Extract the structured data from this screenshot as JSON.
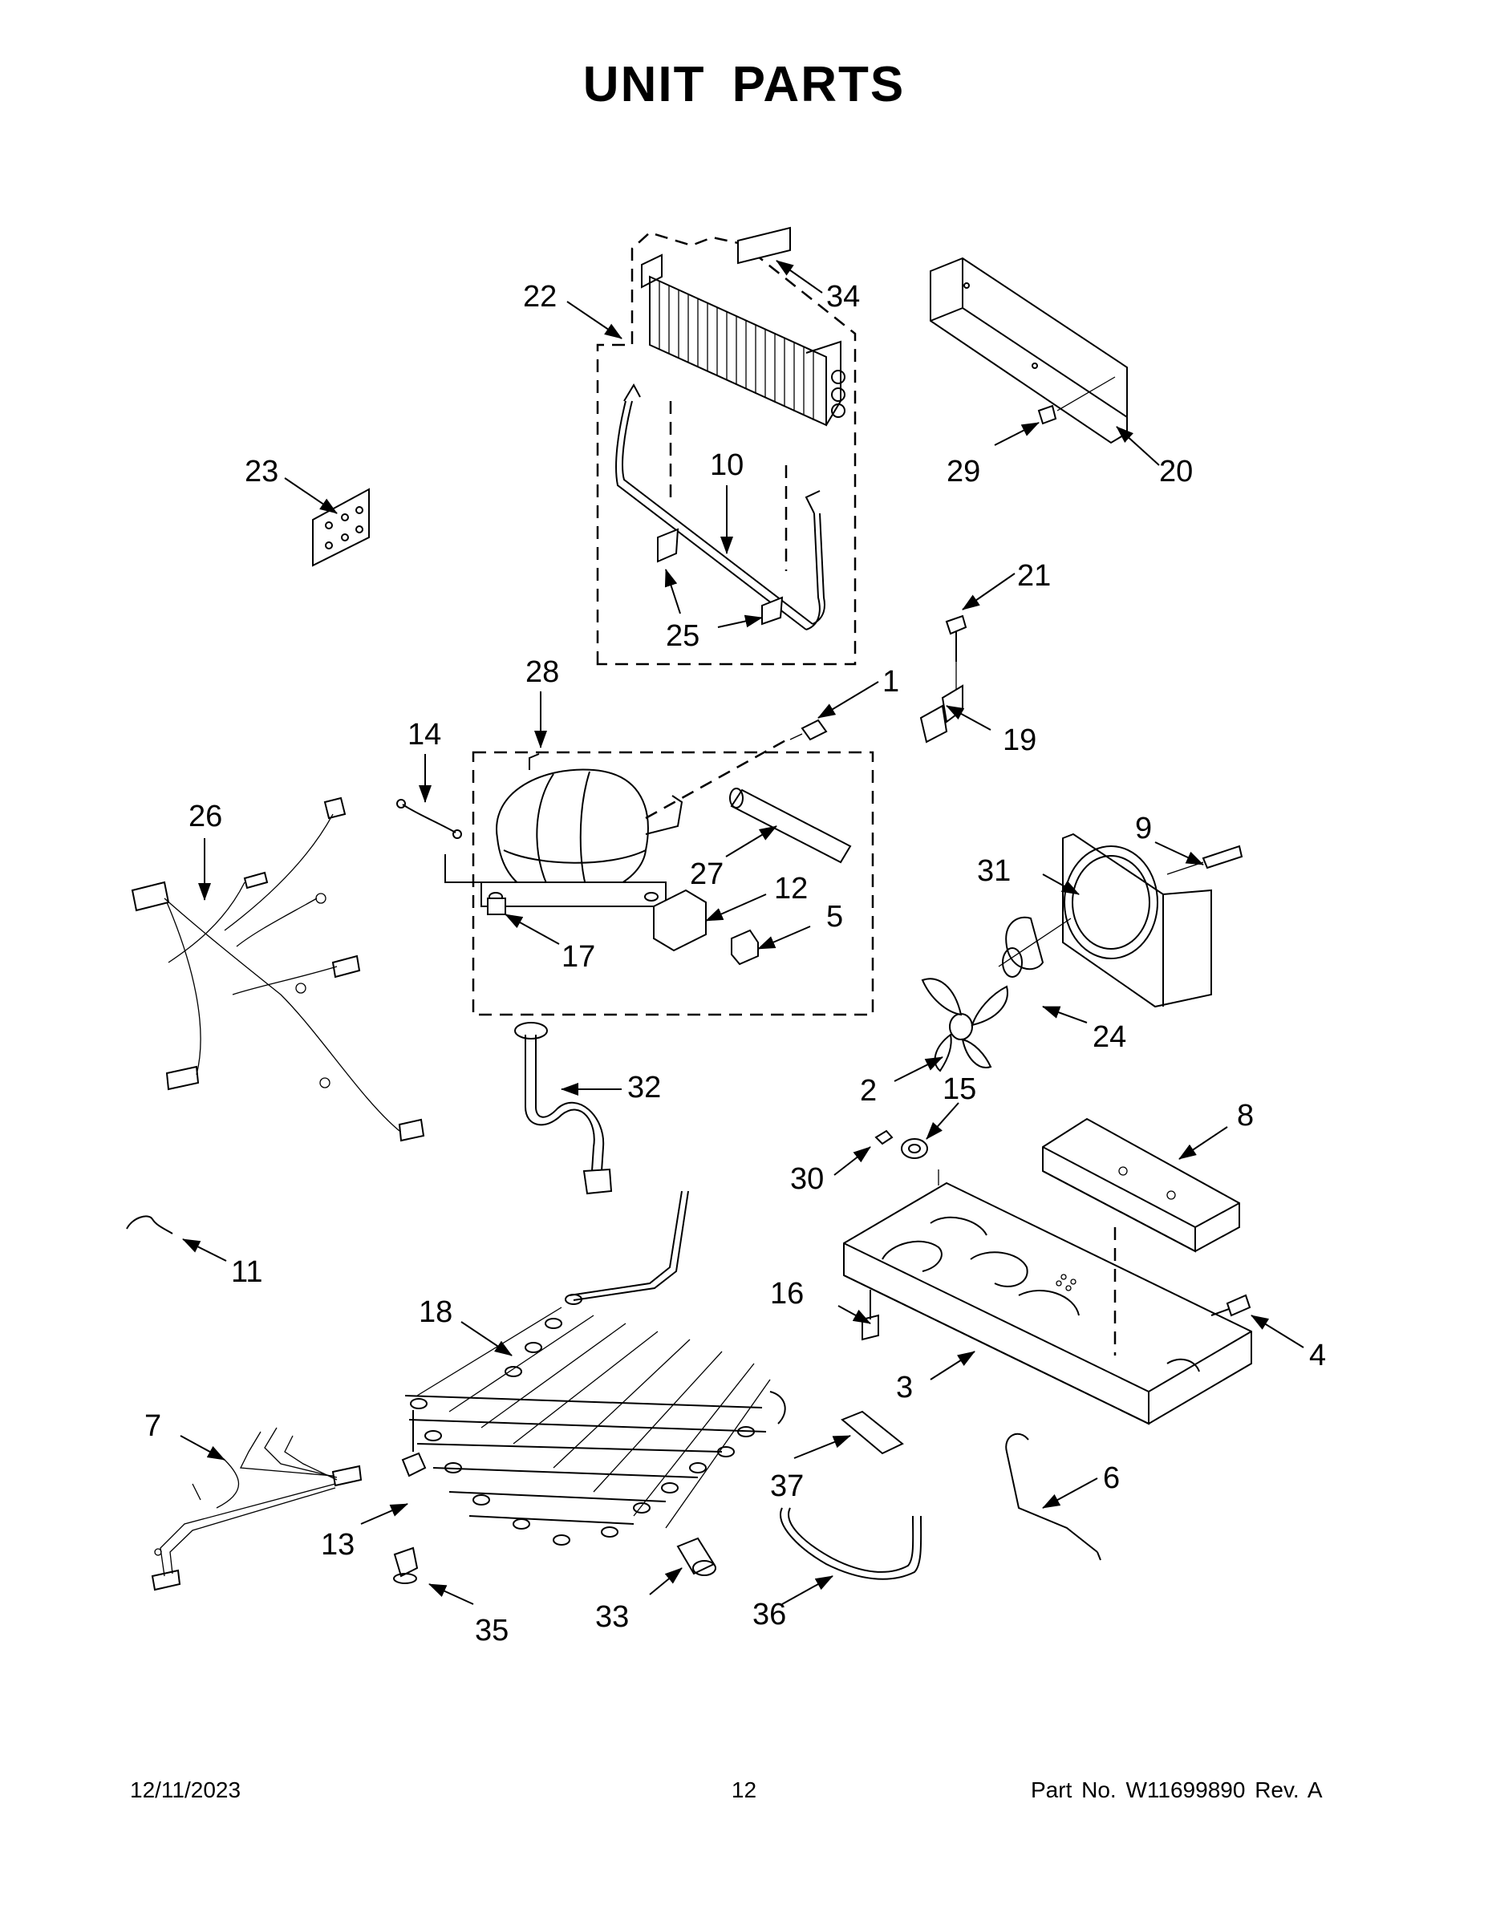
{
  "page": {
    "title": "UNIT PARTS",
    "footer": {
      "date": "12/11/2023",
      "page_number": "12",
      "part_number": "Part No. W11699890 Rev. A"
    }
  },
  "callouts": [
    {
      "id": "c1",
      "label": "1"
    },
    {
      "id": "c2",
      "label": "2"
    },
    {
      "id": "c3",
      "label": "3"
    },
    {
      "id": "c4",
      "label": "4"
    },
    {
      "id": "c5",
      "label": "5"
    },
    {
      "id": "c6",
      "label": "6"
    },
    {
      "id": "c7",
      "label": "7"
    },
    {
      "id": "c8",
      "label": "8"
    },
    {
      "id": "c9",
      "label": "9"
    },
    {
      "id": "c10",
      "label": "10"
    },
    {
      "id": "c11",
      "label": "11"
    },
    {
      "id": "c12",
      "label": "12"
    },
    {
      "id": "c13",
      "label": "13"
    },
    {
      "id": "c14",
      "label": "14"
    },
    {
      "id": "c15",
      "label": "15"
    },
    {
      "id": "c16",
      "label": "16"
    },
    {
      "id": "c17",
      "label": "17"
    },
    {
      "id": "c18",
      "label": "18"
    },
    {
      "id": "c19",
      "label": "19"
    },
    {
      "id": "c20",
      "label": "20"
    },
    {
      "id": "c21",
      "label": "21"
    },
    {
      "id": "c22",
      "label": "22"
    },
    {
      "id": "c23",
      "label": "23"
    },
    {
      "id": "c24",
      "label": "24"
    },
    {
      "id": "c25",
      "label": "25"
    },
    {
      "id": "c26",
      "label": "26"
    },
    {
      "id": "c27",
      "label": "27"
    },
    {
      "id": "c28",
      "label": "28"
    },
    {
      "id": "c29",
      "label": "29"
    },
    {
      "id": "c30",
      "label": "30"
    },
    {
      "id": "c31",
      "label": "31"
    },
    {
      "id": "c32",
      "label": "32"
    },
    {
      "id": "c33",
      "label": "33"
    },
    {
      "id": "c34",
      "label": "34"
    },
    {
      "id": "c35",
      "label": "35"
    },
    {
      "id": "c36",
      "label": "36"
    },
    {
      "id": "c37",
      "label": "37"
    }
  ]
}
